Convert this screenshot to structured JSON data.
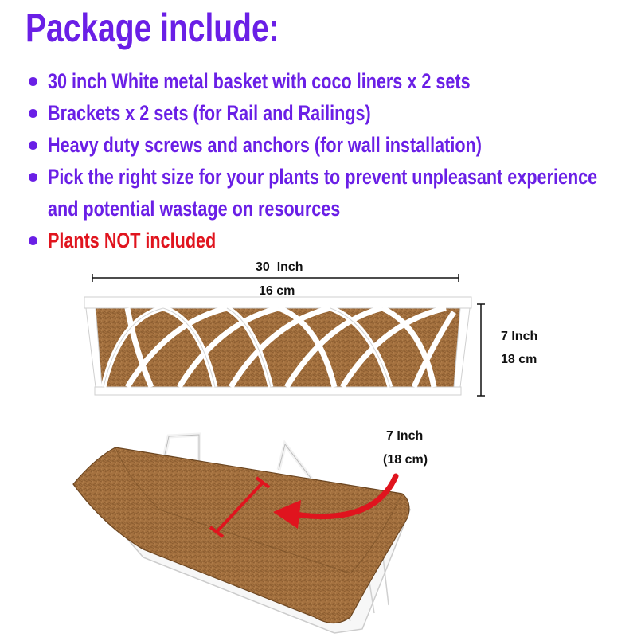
{
  "title": "Package include:",
  "bullets": [
    "30 inch White metal basket with coco liners x 2 sets",
    "Brackets x 2 sets (for Rail and Railings)",
    "Heavy duty screws and anchors (for wall installation)",
    "Pick the right size for your plants to prevent unpleasant experience",
    "and potential wastage on resources",
    "Plants NOT included"
  ],
  "dimensions": {
    "width_inch": "30  Inch",
    "width_cm": "16 cm",
    "height_inch": "7 Inch",
    "height_cm": "18 cm",
    "depth_inch": "7 Inch",
    "depth_cm": "(18 cm)"
  },
  "colors": {
    "heading": "#6a1fe6",
    "warning": "#e0141e",
    "coir": "#9a6a3c",
    "frame": "#ffffff",
    "arrow": "#e0141e"
  }
}
